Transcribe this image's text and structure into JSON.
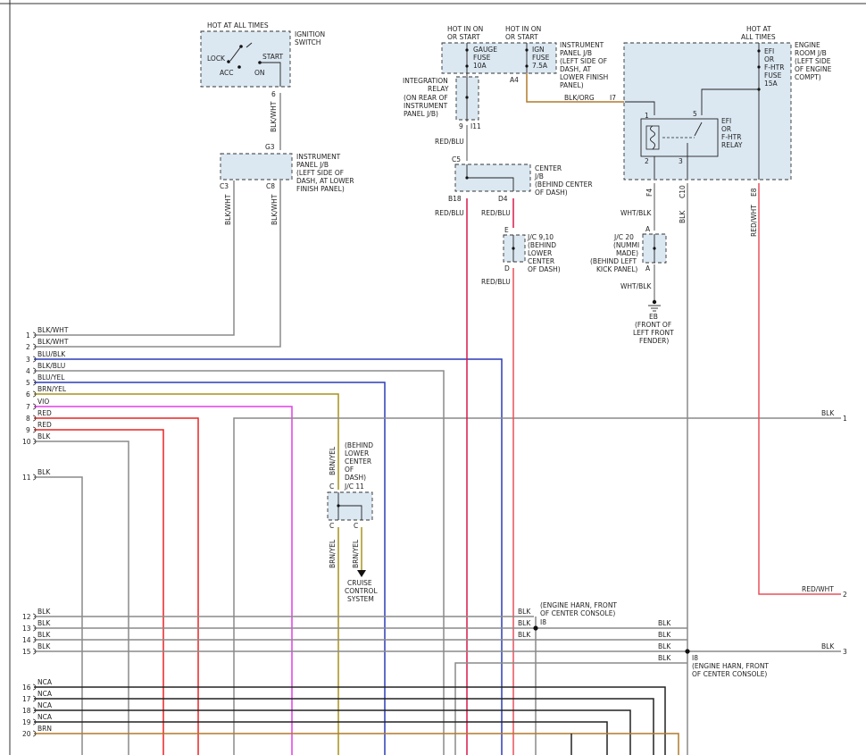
{
  "diagram": {
    "ignition_switch": {
      "hot": "HOT AT ALL TIMES",
      "title_lines": [
        "IGNITION",
        "SWITCH"
      ],
      "positions": [
        "LOCK",
        "ACC",
        "ON",
        "START"
      ],
      "pin": "6"
    },
    "ip_jb_upper": {
      "top_pin": "G3",
      "left_pin": "C3",
      "right_pin": "C8",
      "lines": [
        "INSTRUMENT",
        "PANEL J/B",
        "(LEFT SIDE OF",
        "DASH, AT LOWER",
        "FINISH PANEL)"
      ]
    },
    "fuse_box": {
      "hot1_lines": [
        "HOT IN ON",
        "OR START"
      ],
      "hot2_lines": [
        "HOT IN ON",
        "OR START"
      ],
      "gauge_lines": [
        "GAUGE",
        "FUSE",
        "10A"
      ],
      "ign_lines": [
        "IGN",
        "FUSE",
        "7.5A"
      ],
      "panel_lines": [
        "INSTRUMENT",
        "PANEL J/B",
        "(LEFT SIDE OF",
        "DASH, AT",
        "LOWER FINISH",
        "PANEL)"
      ],
      "pin_a4": "A4"
    },
    "integration_relay": {
      "lines": [
        "INTEGRATION",
        "RELAY",
        "(ON REAR OF",
        "INSTRUMENT",
        "PANEL J/B)"
      ],
      "pin_9": "9",
      "pin_i11": "I11"
    },
    "center_jb": {
      "pin_c5": "C5",
      "pin_b18": "B18",
      "pin_d4": "D4",
      "lines": [
        "CENTER",
        "J/B",
        "(BEHIND CENTER",
        "OF DASH)"
      ]
    },
    "jc_9_10": {
      "pin_e": "E",
      "pin_d": "D",
      "lines": [
        "J/C 9,10",
        "(BEHIND",
        "LOWER",
        "CENTER",
        "OF DASH)"
      ]
    },
    "engine_room_jb": {
      "hot_lines": [
        "HOT AT",
        "ALL TIMES"
      ],
      "lines": [
        "ENGINE",
        "ROOM J/B",
        "(LEFT SIDE",
        "OF ENGINE",
        "COMPT)"
      ],
      "fuse_lines": [
        "EFI",
        "OR",
        "F-HTR",
        "FUSE",
        "15A"
      ],
      "relay_lines": [
        "EFI",
        "OR",
        "F-HTR",
        "RELAY"
      ],
      "pin_i7": "I7",
      "pin_f4": "F4",
      "pin_c10": "C10",
      "pin_e8": "E8",
      "relay_pins": [
        "1",
        "2",
        "3",
        "5"
      ]
    },
    "jc_20": {
      "pin_a_top": "A",
      "pin_a_bottom": "A",
      "lines": [
        "J/C 20",
        "(NUMMI",
        "MADE)",
        "(BEHIND LEFT",
        "KICK PANEL)"
      ]
    },
    "ground_eb": {
      "id": "EB",
      "lines": [
        "(FRONT OF",
        "LEFT FRONT",
        "FENDER)"
      ]
    },
    "jc_11": {
      "lines": [
        "(BEHIND",
        "LOWER",
        "CENTER",
        "OF",
        "DASH)"
      ],
      "label": "J/C 11",
      "pin": "C"
    },
    "cruise": {
      "lines": [
        "CRUISE",
        "CONTROL",
        "SYSTEM"
      ]
    },
    "splice_i8a": {
      "pin": "I8",
      "lines": [
        "(ENGINE HARN, FRONT",
        "OF CENTER CONSOLE)"
      ]
    },
    "splice_i8b": {
      "pin": "I8",
      "lines": [
        "(ENGINE HARN, FRONT",
        "OF CENTER CONSOLE)"
      ]
    },
    "wire_labels": {
      "blk_wht": "BLK/WHT",
      "red_blu": "RED/BLU",
      "blk_org": "BLK/ORG",
      "wht_blk": "WHT/BLK",
      "blk": "BLK",
      "red_wht": "RED/WHT",
      "brn_yel": "BRN/YEL"
    },
    "left_pins": [
      {
        "num": "1",
        "label": "BLK/WHT"
      },
      {
        "num": "2",
        "label": "BLK/WHT"
      },
      {
        "num": "3",
        "label": "BLU/BLK"
      },
      {
        "num": "4",
        "label": "BLK/BLU"
      },
      {
        "num": "5",
        "label": "BLU/YEL"
      },
      {
        "num": "6",
        "label": "BRN/YEL"
      },
      {
        "num": "7",
        "label": "VIO"
      },
      {
        "num": "8",
        "label": "RED"
      },
      {
        "num": "9",
        "label": "RED"
      },
      {
        "num": "10",
        "label": "BLK"
      },
      {
        "num": "11",
        "label": "BLK"
      },
      {
        "num": "12",
        "label": "BLK"
      },
      {
        "num": "13",
        "label": "BLK"
      },
      {
        "num": "14",
        "label": "BLK"
      },
      {
        "num": "15",
        "label": "BLK"
      },
      {
        "num": "16",
        "label": "NCA"
      },
      {
        "num": "17",
        "label": "NCA"
      },
      {
        "num": "18",
        "label": "NCA"
      },
      {
        "num": "19",
        "label": "NCA"
      },
      {
        "num": "20",
        "label": "BRN"
      }
    ],
    "right_pins": [
      {
        "num": "1",
        "label": "BLK"
      },
      {
        "num": "2",
        "label": "RED/WHT"
      },
      {
        "num": "3",
        "label": "BLK"
      }
    ],
    "colors": {
      "gray": "#8a8a8a",
      "blue": "#2b3bb8",
      "olive": "#a8921a",
      "violet": "#e23ee8",
      "red": "#e82424",
      "black": "#222222",
      "brown": "#b07a2a",
      "crimson": "#d61a4a",
      "salmon": "#e8505a"
    }
  }
}
